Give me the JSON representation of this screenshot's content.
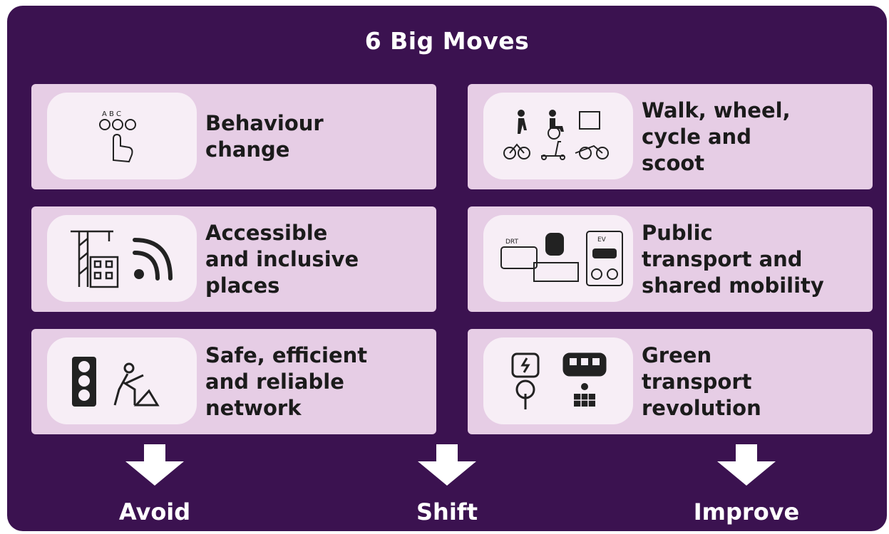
{
  "title": "6 Big Moves",
  "moves": [
    {
      "label": "Behaviour\nchange",
      "icon": "abc-choice-hand-icon"
    },
    {
      "label": "Walk, wheel,\ncycle and\nscoot",
      "icon": "active-travel-icons"
    },
    {
      "label": "Accessible\nand inclusive\nplaces",
      "icon": "crane-building-wifi-icon"
    },
    {
      "label": "Public\ntransport and\nshared mobility",
      "icon": "bus-train-bike-share-icon"
    },
    {
      "label": "Safe, efficient\nand reliable\nnetwork",
      "icon": "traffic-light-roadworks-icon"
    },
    {
      "label": "Green\ntransport\nrevolution",
      "icon": "ev-bus-train-tree-solar-icon"
    }
  ],
  "outcomes": [
    "Avoid",
    "Shift",
    "Improve"
  ],
  "icon_text": {
    "abc": "A B C",
    "drt": "DRT",
    "ev": "EV"
  },
  "colors": {
    "background": "#3b1250",
    "card": "#e6cde5",
    "icon_box": "#f7eef6",
    "text_dark": "#1b1b1b",
    "text_light": "#ffffff"
  }
}
